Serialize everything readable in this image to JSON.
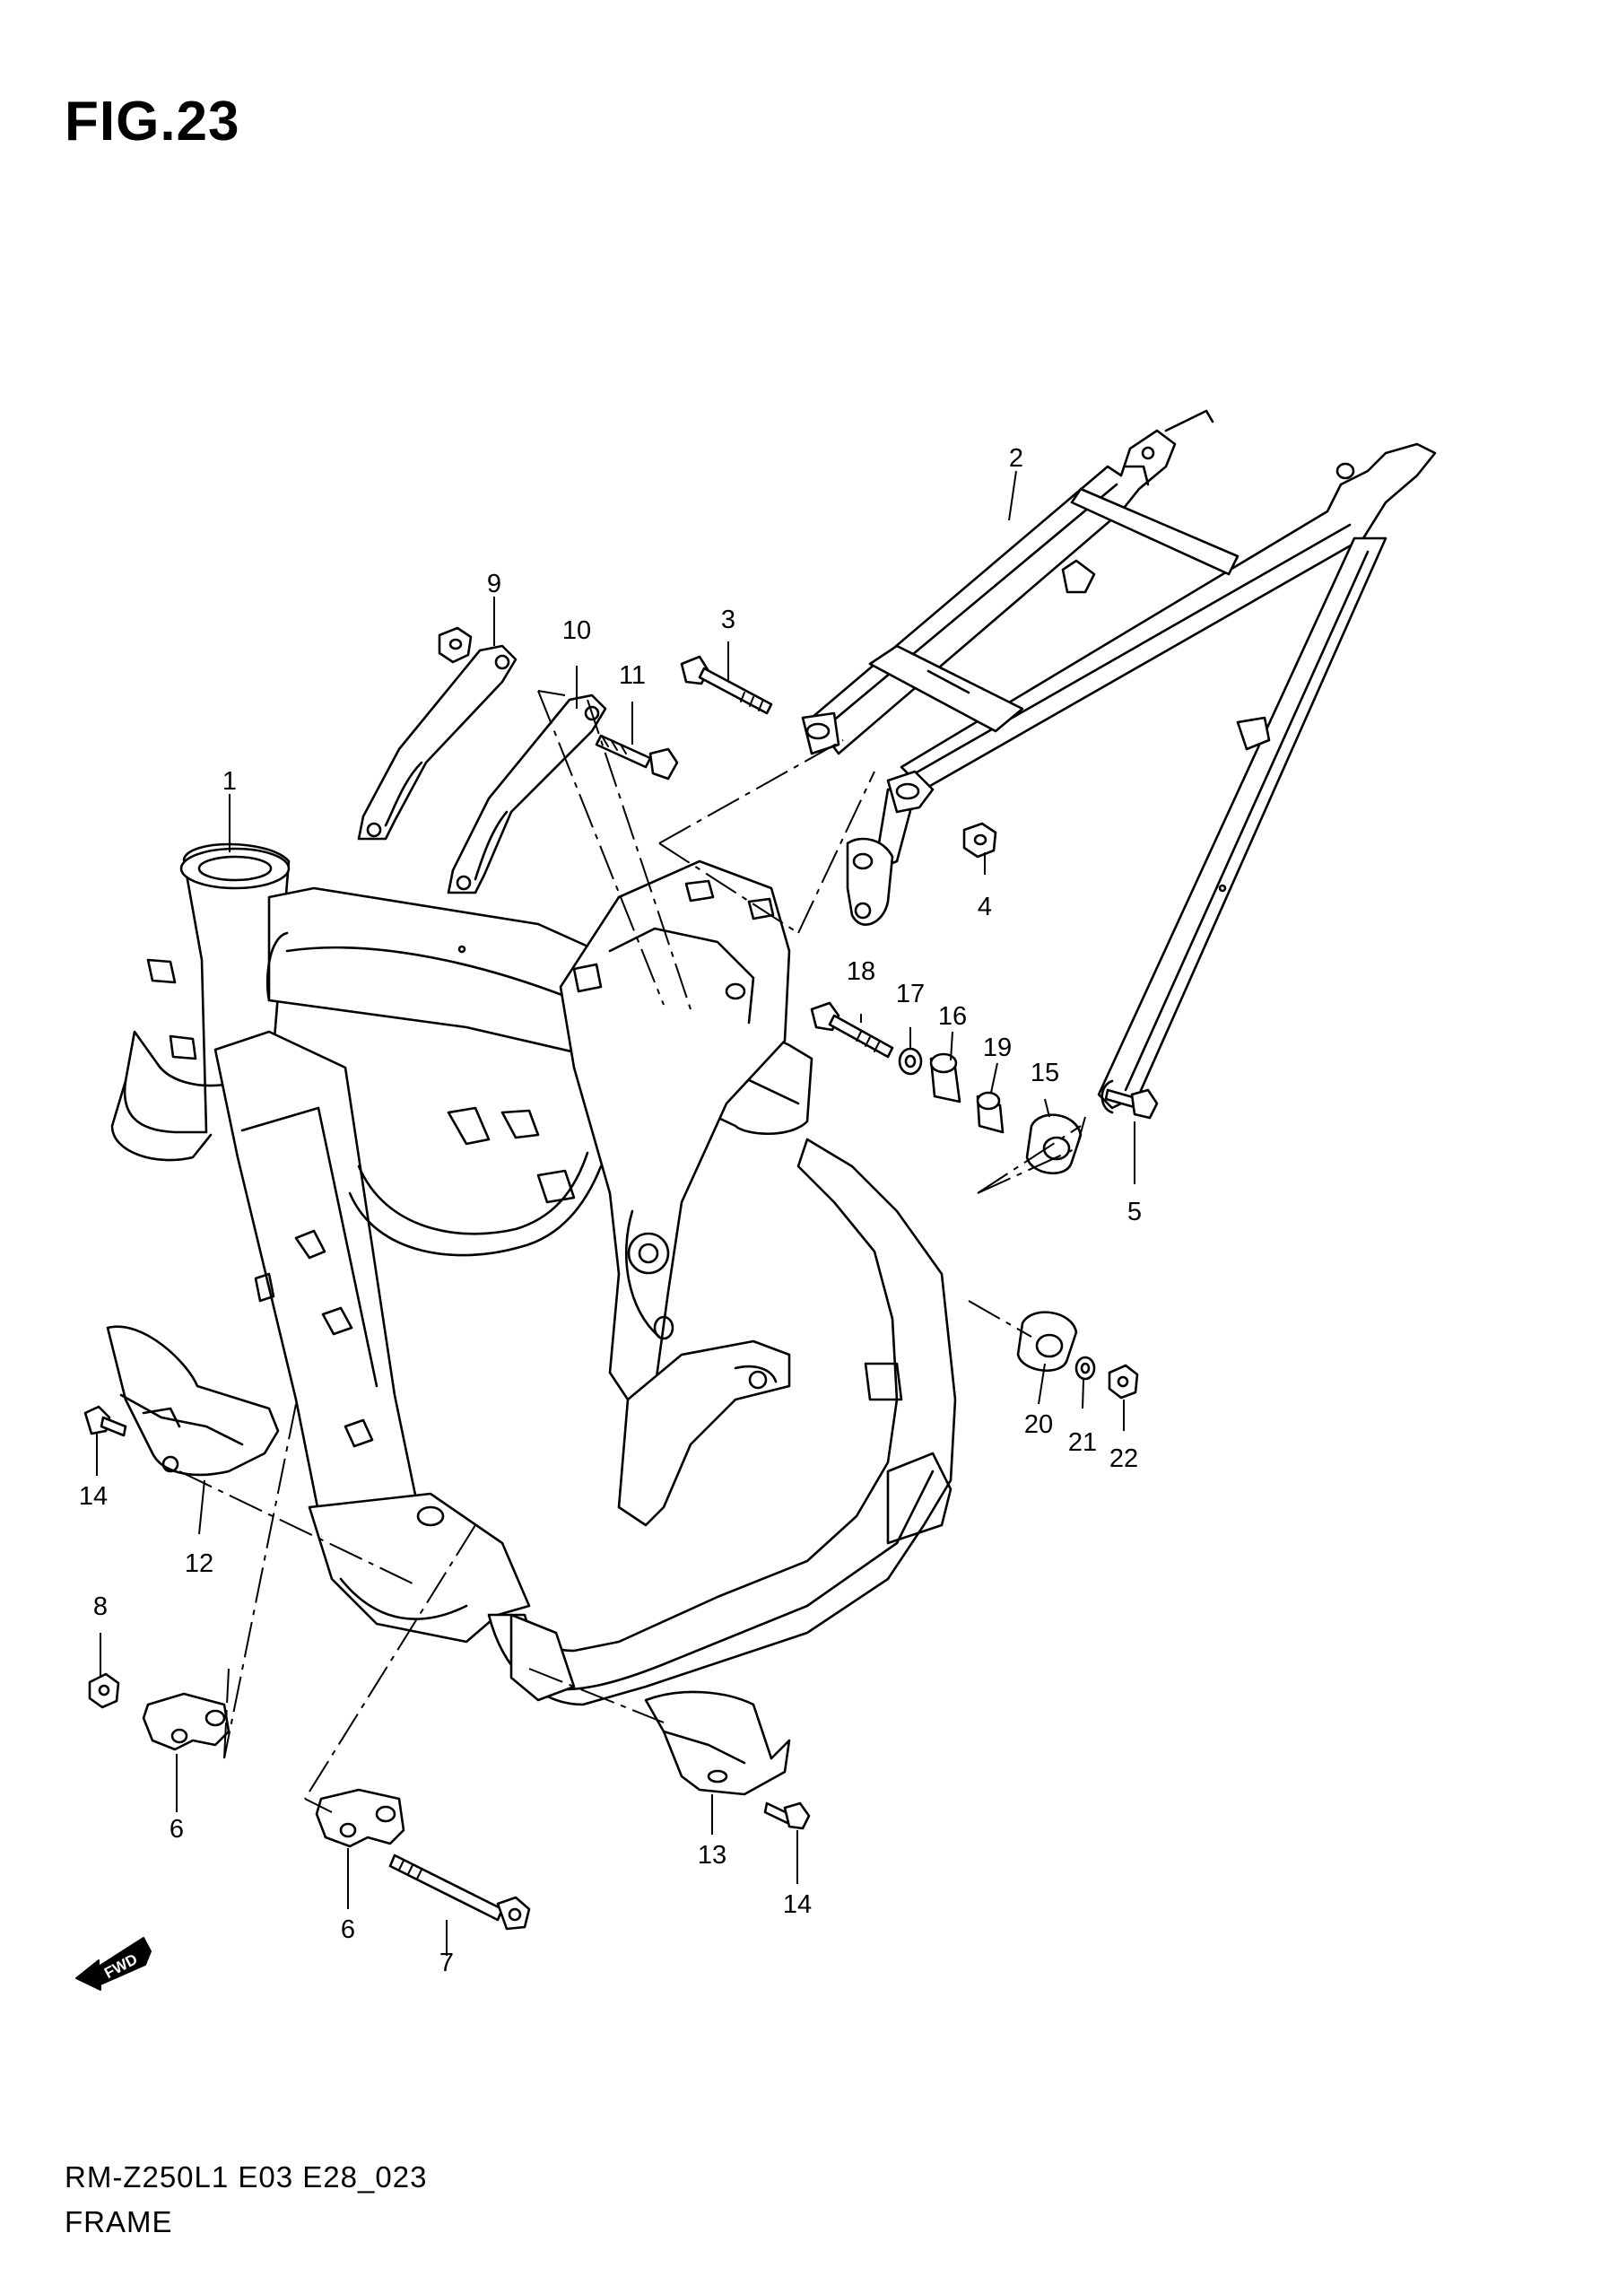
{
  "figure": {
    "title": "FIG.23"
  },
  "footer": {
    "model_code": "RM-Z250L1  E03 E28_023",
    "section_name": "FRAME"
  },
  "fwd_badge": {
    "label": "FWD"
  },
  "callouts": {
    "c1": "1",
    "c2": "2",
    "c3": "3",
    "c4": "4",
    "c5": "5",
    "c6a": "6",
    "c6b": "6",
    "c7": "7",
    "c8": "8",
    "c9": "9",
    "c10": "10",
    "c11": "11",
    "c12": "12",
    "c13": "13",
    "c14a": "14",
    "c14b": "14",
    "c15": "15",
    "c16": "16",
    "c17": "17",
    "c18": "18",
    "c19": "19",
    "c20": "20",
    "c21": "21",
    "c22": "22"
  }
}
